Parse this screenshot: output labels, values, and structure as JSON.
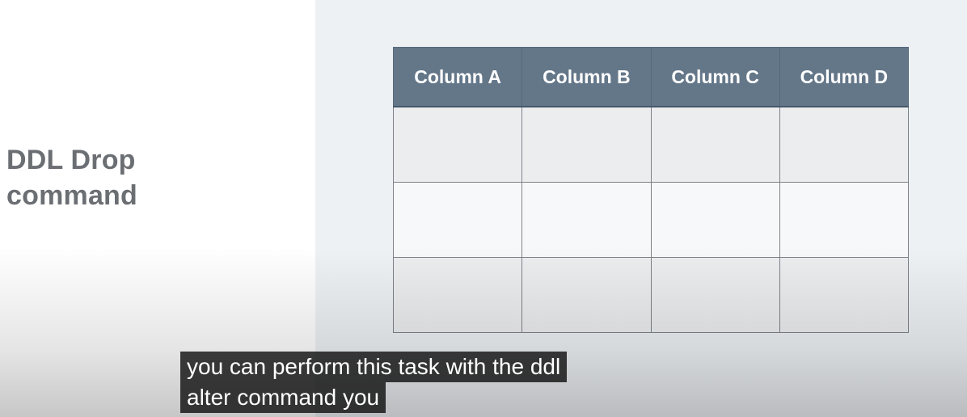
{
  "slide": {
    "title_line1": "DDL Drop",
    "title_line2": "command"
  },
  "table": {
    "columns": [
      "Column A",
      "Column B",
      "Column C",
      "Column D"
    ],
    "row_count": 3,
    "header_color": "#647789",
    "border_color": "#7d8288"
  },
  "caption": {
    "line1": "you can perform this task with the ddl",
    "line2": "alter command you"
  },
  "colors": {
    "right_background": "#eef1f4",
    "title_text": "#6b6f73",
    "caption_background": "#141414"
  }
}
